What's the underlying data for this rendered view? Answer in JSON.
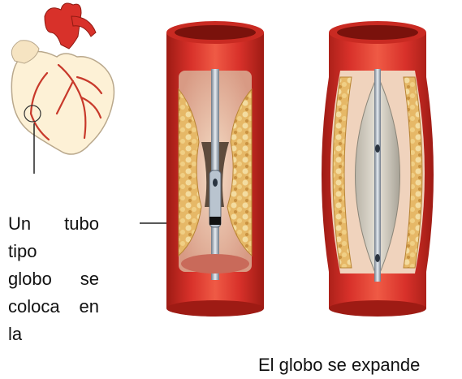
{
  "caption_left": {
    "line1": "Un tubo tipo",
    "line2": "globo se",
    "line3": "coloca en la"
  },
  "caption_bottom": "El globo se expande",
  "colors": {
    "artery_red": "#d8312a",
    "artery_dark": "#9e1b14",
    "plaque_yellow": "#e6b867",
    "plaque_light": "#f3dca0",
    "heart_fill": "#fdf1d6",
    "heart_outline": "#b9a88c"
  }
}
